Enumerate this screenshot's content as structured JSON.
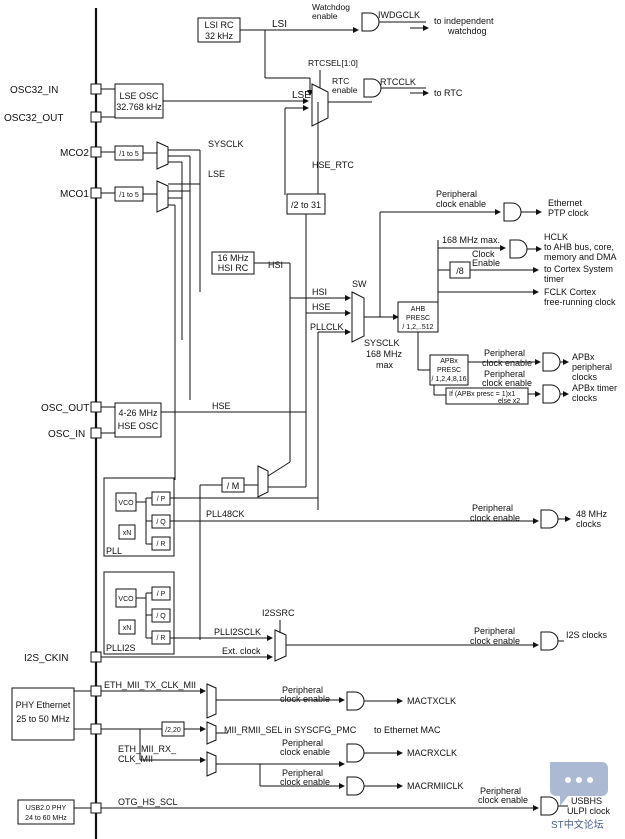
{
  "pins": {
    "osc32_in": "OSC32_IN",
    "osc32_out": "OSC32_OUT",
    "mco2": "MCO2",
    "mco1": "MCO1",
    "osc_out": "OSC_OUT",
    "osc_in": "OSC_IN",
    "i2s_ckin": "I2S_CKIN"
  },
  "boxes": {
    "lsi_rc": [
      "LSI RC",
      "32 kHz"
    ],
    "lse_osc": [
      "LSE OSC",
      "32.768 kHz"
    ],
    "mco2_div": "/1 to 5",
    "mco1_div": "/1 to 5",
    "hse_rtc_div": "/2 to 31",
    "hsi_rc": [
      "16 MHz",
      "HSI RC"
    ],
    "hse_osc": [
      "4-26 MHz",
      "HSE OSC"
    ],
    "pll_m": "/ M",
    "ahb_presc": [
      "AHB",
      "PRESC",
      "/ 1,2,..512"
    ],
    "div8": "/8",
    "apbx_presc": [
      "APBx",
      "PRESC",
      "/ 1,2,4,8,16"
    ],
    "timer_note": [
      "If (APBx presc = 1)x1",
      "else x2"
    ],
    "phy_ethernet": [
      "PHY Ethernet",
      "25 to 50 MHz"
    ],
    "usb_phy": [
      "USB2.0 PHY",
      "24 to 60 MHz"
    ],
    "div_2_20": "/2,20"
  },
  "pll_main": {
    "vco": "VCO",
    "xn": "xN",
    "p": "/ P",
    "q": "/ Q",
    "r": "/ R",
    "name": "PLL"
  },
  "pll_i2s": {
    "vco": "VCO",
    "xn": "xN",
    "p": "/ P",
    "q": "/ Q",
    "r": "/ R",
    "name": "PLLI2S"
  },
  "signals": {
    "lsi": "LSI",
    "lse": "LSE",
    "lse2": "LSE",
    "rtcsel": "RTCSEL[1:0]",
    "sysclk_mco2": "SYSCLK",
    "hse_rtc": "HSE_RTC",
    "hsi": "HSI",
    "sw_hsi": "HSI",
    "sw_hse": "HSE",
    "sw_pllclk": "PLLCLK",
    "sw": "SW",
    "sysclk_main": [
      "SYSCLK",
      "168 MHz",
      "max"
    ],
    "hse_line": "HSE",
    "pll48ck": "PLL48CK",
    "plli2sclk": "PLLI2SCLK",
    "i2ssrc": "I2SSRC",
    "ext_clock": "Ext. clock",
    "eth_tx": "ETH_MII_TX_CLK_MII",
    "eth_rx": [
      "ETH_MII_RX_",
      "CLK_MII"
    ],
    "mii_rmii_sel": "MII_RMII_SEL in SYSCFG_PMC",
    "to_eth_mac": "to Ethernet MAC",
    "otg_hs_scl": "OTG_HS_SCL",
    "ahb_max": "168 MHz max.",
    "clock_enable": [
      "Clock",
      "Enable"
    ]
  },
  "gates": {
    "watchdog_enable": [
      "Watchdog",
      "enable"
    ],
    "rtc_enable": [
      "RTC",
      "enable"
    ],
    "peripheral_clock_enable": [
      "Peripheral",
      "clock enable"
    ]
  },
  "outputs": {
    "iwdgclk": "IWDGCLK",
    "to_watchdog": [
      "to independent",
      "watchdog"
    ],
    "rtcclk": "RTCCLK",
    "to_rtc": "to RTC",
    "ethernet_ptp": [
      "Ethernet",
      "PTP clock"
    ],
    "hclk": [
      "HCLK",
      "to AHB bus, core,",
      "memory and DMA"
    ],
    "cortex_timer": [
      "to Cortex System",
      "timer"
    ],
    "fclk": [
      "FCLK Cortex",
      "free-running clock"
    ],
    "apbx_periph": [
      "APBx",
      "peripheral",
      "clocks"
    ],
    "apbx_timer": [
      "APBx timer",
      "clocks"
    ],
    "mhz48": [
      "48 MHz",
      "clocks"
    ],
    "i2s_clocks": "I2S clocks",
    "mactxclk": "MACTXCLK",
    "macrxclk": "MACRXCLK",
    "macrmiiclk": "MACRMIICLK",
    "usbhs": [
      "USBHS",
      "ULPI clock"
    ]
  },
  "watermark": "ST中文论坛",
  "colors": {
    "line": "#111111",
    "watermark": "#4a5f8a"
  }
}
